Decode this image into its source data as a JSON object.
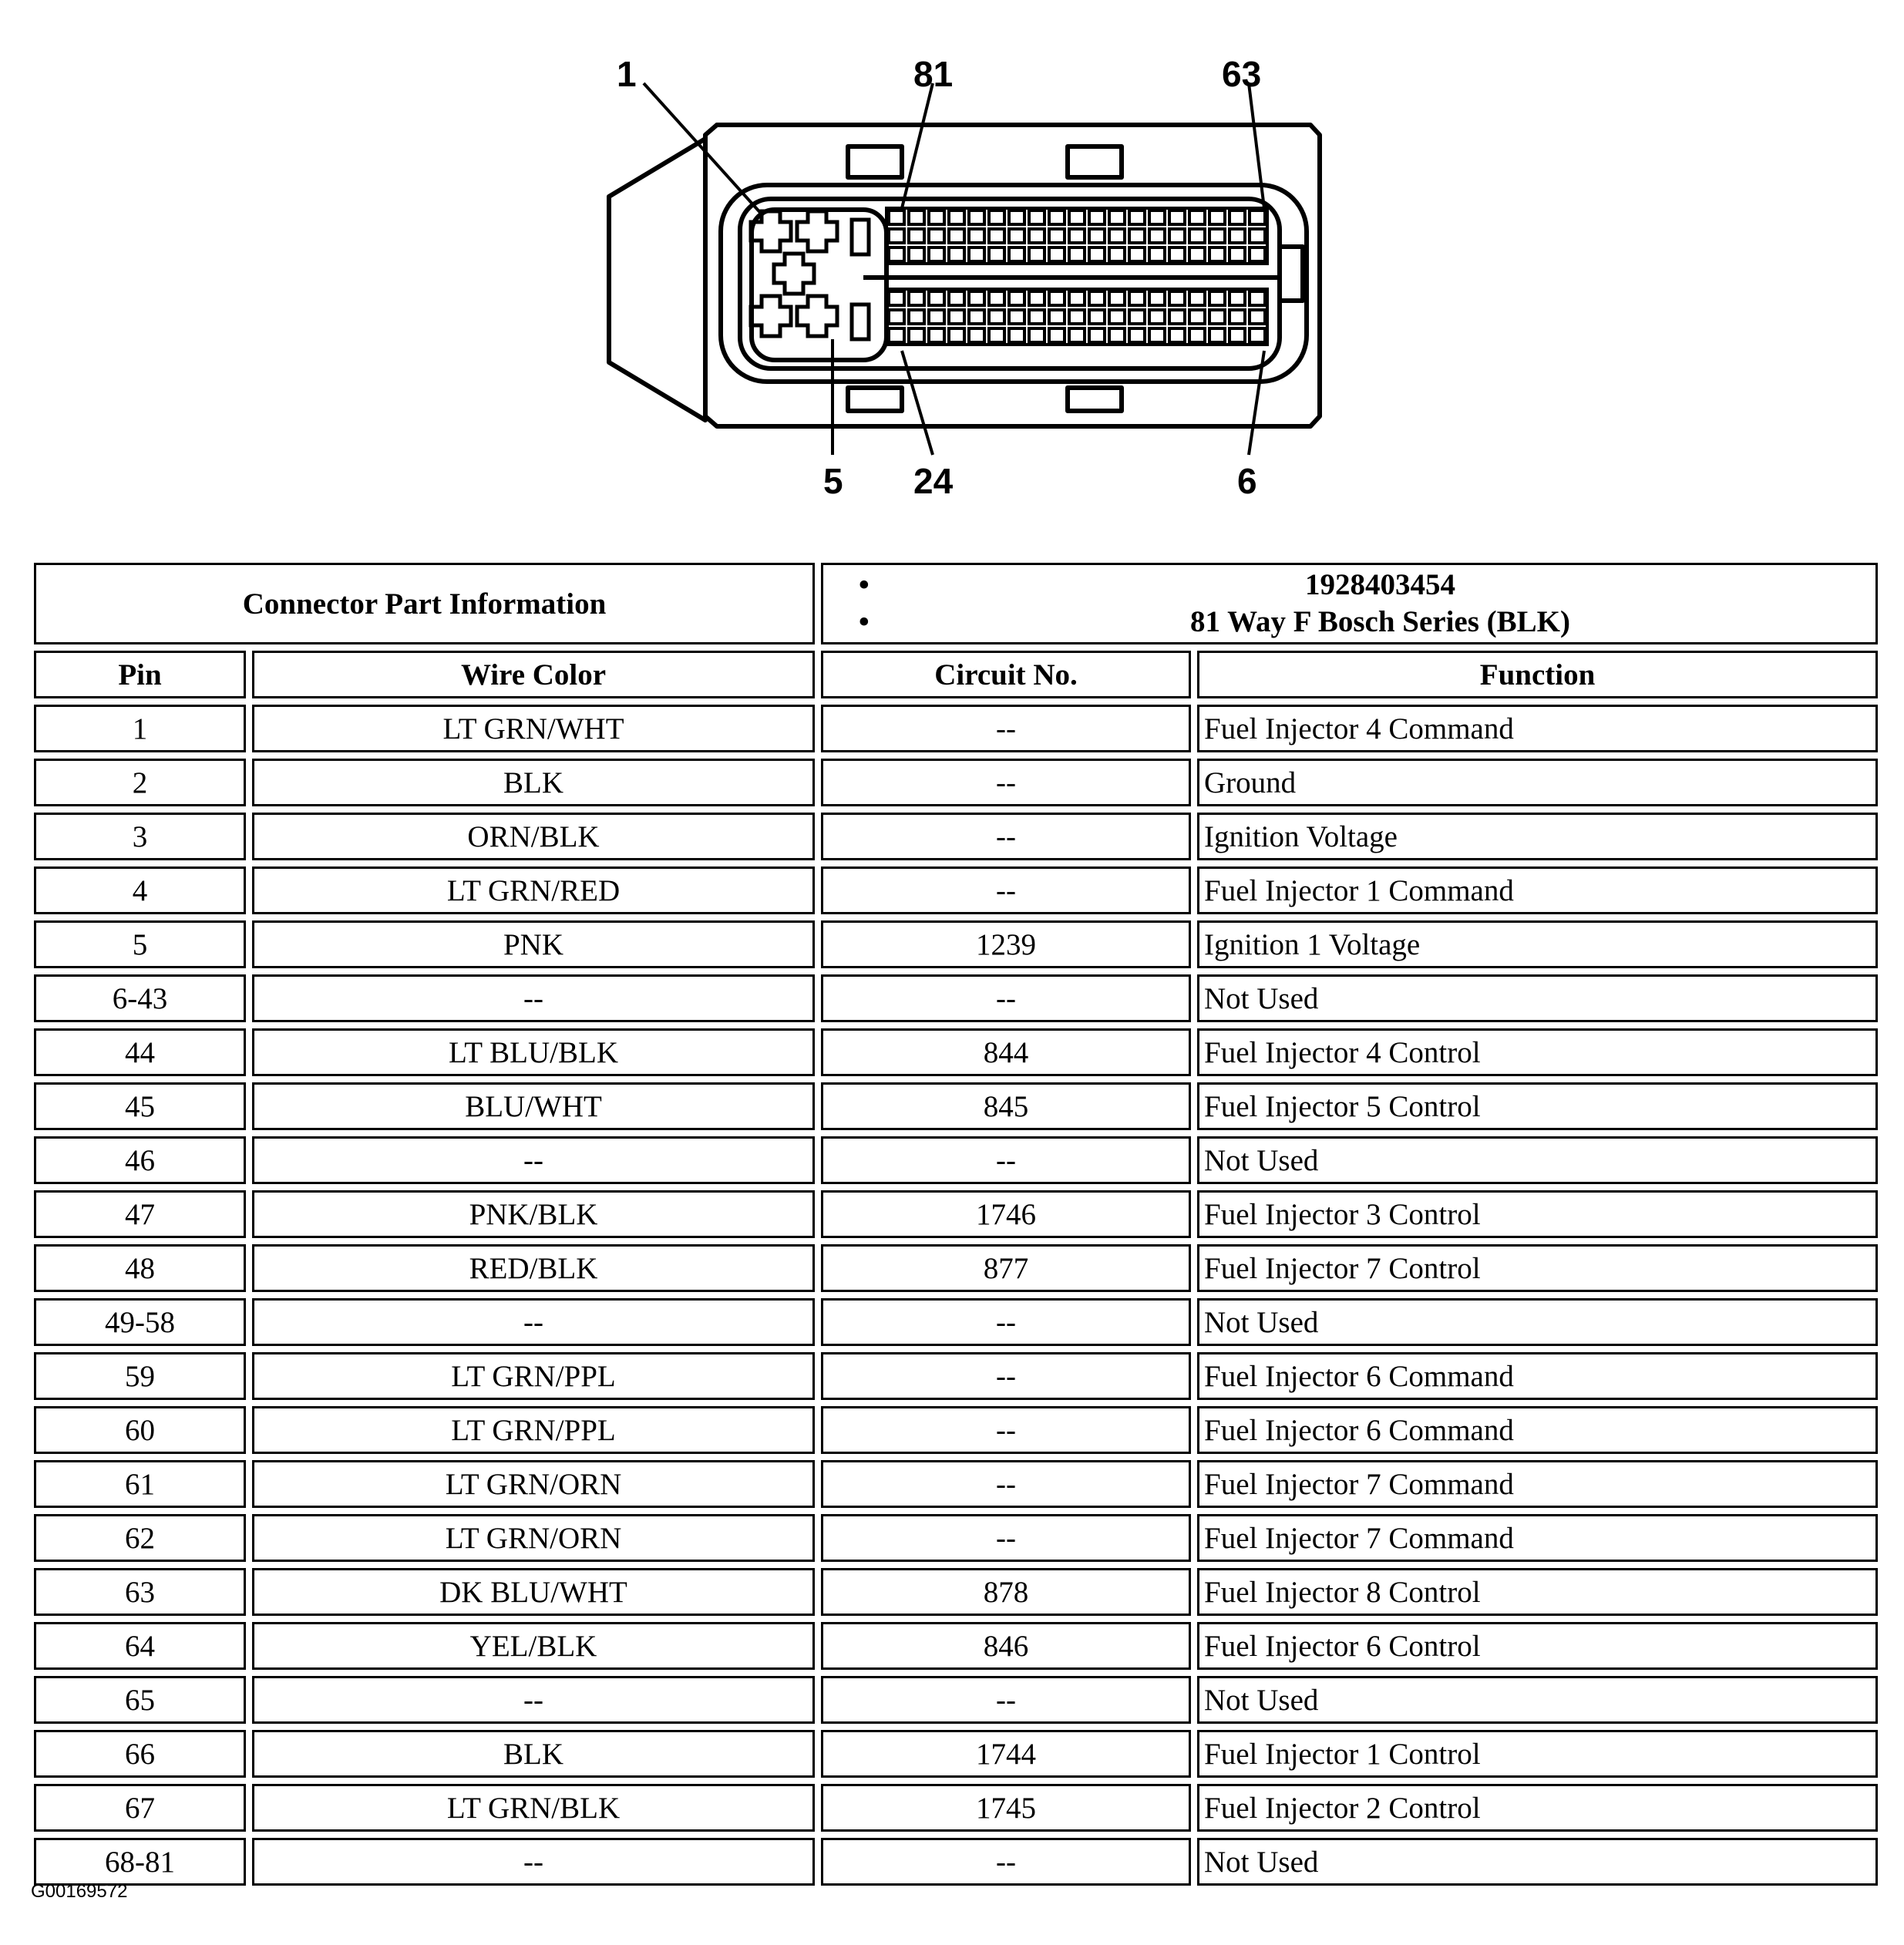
{
  "pin_callouts": {
    "top_left": "1",
    "top_middle": "81",
    "top_right": "63",
    "bottom_left": "5",
    "bottom_middle": "24",
    "bottom_right": "6"
  },
  "connector_info": {
    "label": "Connector Part Information",
    "items": [
      "1928403454",
      "81 Way F Bosch Series (BLK)"
    ]
  },
  "columns": {
    "pin": "Pin",
    "wire_color": "Wire Color",
    "circuit": "Circuit No.",
    "function": "Function"
  },
  "rows": [
    {
      "pin": "1",
      "wire": "LT GRN/WHT",
      "circuit": "--",
      "function": "Fuel Injector 4 Command"
    },
    {
      "pin": "2",
      "wire": "BLK",
      "circuit": "--",
      "function": "Ground"
    },
    {
      "pin": "3",
      "wire": "ORN/BLK",
      "circuit": "--",
      "function": "Ignition Voltage"
    },
    {
      "pin": "4",
      "wire": "LT GRN/RED",
      "circuit": "--",
      "function": "Fuel Injector 1 Command"
    },
    {
      "pin": "5",
      "wire": "PNK",
      "circuit": "1239",
      "function": "Ignition 1 Voltage"
    },
    {
      "pin": "6-43",
      "wire": "--",
      "circuit": "--",
      "function": "Not Used"
    },
    {
      "pin": "44",
      "wire": "LT BLU/BLK",
      "circuit": "844",
      "function": "Fuel Injector 4 Control"
    },
    {
      "pin": "45",
      "wire": "BLU/WHT",
      "circuit": "845",
      "function": "Fuel Injector 5 Control"
    },
    {
      "pin": "46",
      "wire": "--",
      "circuit": "--",
      "function": "Not Used"
    },
    {
      "pin": "47",
      "wire": "PNK/BLK",
      "circuit": "1746",
      "function": "Fuel Injector 3 Control"
    },
    {
      "pin": "48",
      "wire": "RED/BLK",
      "circuit": "877",
      "function": "Fuel Injector 7 Control"
    },
    {
      "pin": "49-58",
      "wire": "--",
      "circuit": "--",
      "function": "Not Used"
    },
    {
      "pin": "59",
      "wire": "LT GRN/PPL",
      "circuit": "--",
      "function": "Fuel Injector 6 Command"
    },
    {
      "pin": "60",
      "wire": "LT GRN/PPL",
      "circuit": "--",
      "function": "Fuel Injector 6 Command"
    },
    {
      "pin": "61",
      "wire": "LT GRN/ORN",
      "circuit": "--",
      "function": "Fuel Injector 7 Command"
    },
    {
      "pin": "62",
      "wire": "LT GRN/ORN",
      "circuit": "--",
      "function": "Fuel Injector 7 Command"
    },
    {
      "pin": "63",
      "wire": "DK BLU/WHT",
      "circuit": "878",
      "function": "Fuel Injector 8 Control"
    },
    {
      "pin": "64",
      "wire": "YEL/BLK",
      "circuit": "846",
      "function": "Fuel Injector 6 Control"
    },
    {
      "pin": "65",
      "wire": "--",
      "circuit": "--",
      "function": "Not Used"
    },
    {
      "pin": "66",
      "wire": "BLK",
      "circuit": "1744",
      "function": "Fuel Injector 1 Control"
    },
    {
      "pin": "67",
      "wire": "LT GRN/BLK",
      "circuit": "1745",
      "function": "Fuel Injector 2 Control"
    },
    {
      "pin": "68-81",
      "wire": "--",
      "circuit": "--",
      "function": "Not Used"
    }
  ],
  "figure_id": "G00169572"
}
